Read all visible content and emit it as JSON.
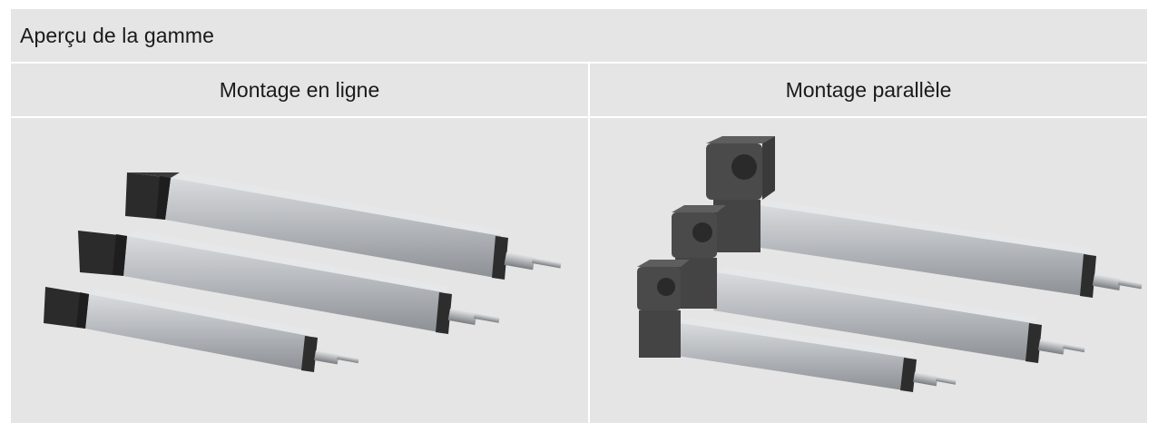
{
  "header": {
    "title": "Aperçu de la gamme"
  },
  "columns": [
    {
      "label": "Montage en ligne",
      "image": "inline-mounted-linear-actuators"
    },
    {
      "label": "Montage parallèle",
      "image": "parallel-mounted-linear-actuators"
    }
  ],
  "colors": {
    "background": "#e5e5e5",
    "divider": "#ffffff",
    "text": "#1a1a1a",
    "aluminium": "#b9bcc0",
    "end_cap": "#2b2b2b",
    "motor_block": "#4a4a4a"
  }
}
